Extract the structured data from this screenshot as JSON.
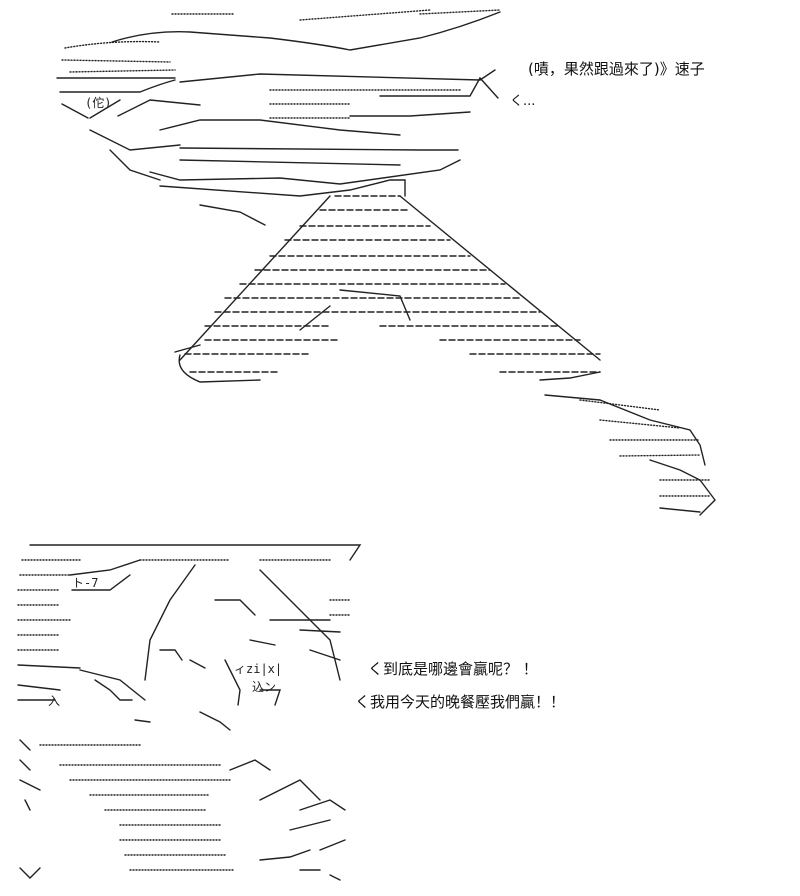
{
  "speech": {
    "top_line": "(嘖，果然跟過來了)》速子",
    "top_tail": "く...",
    "bottom_line1": "く到底是哪邊會贏呢？ ！",
    "bottom_line2": "く我用今天的晚餐壓我們贏！！"
  },
  "figure_glyphs": {
    "tag_a": "(佗)",
    "tag_b": "ト-7",
    "tag_c": "込ン",
    "tag_d": "ィzi|x|",
    "tag_e": "入"
  }
}
